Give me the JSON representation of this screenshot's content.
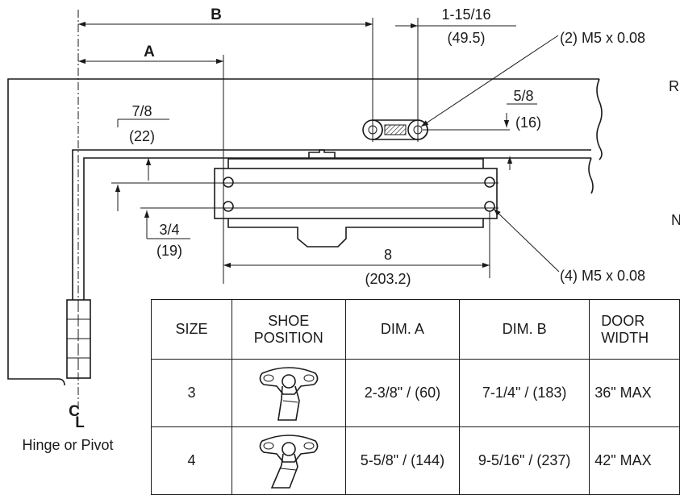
{
  "dims": {
    "A": "A",
    "B": "B",
    "shoe_spacing": [
      "1-15/16",
      "(49.5)"
    ],
    "top_screws": "(2) M5 x 0.08",
    "shoe_drop": [
      "5/8",
      "(16)"
    ],
    "closer_top": [
      "7/8",
      "(22)"
    ],
    "closer_hole_spacing": [
      "3/4",
      "(19)"
    ],
    "closer_length": [
      "8",
      "(203.2)"
    ],
    "closer_screws": "(4) M5 x 0.08"
  },
  "side_labels": {
    "upper": "R",
    "lower": "N"
  },
  "centerline": {
    "symbol_c": "C",
    "symbol_l": "L",
    "caption": "Hinge or Pivot"
  },
  "table": {
    "headers": [
      "SIZE",
      "SHOE POSITION",
      "DIM. A",
      "DIM. B",
      "DOOR WIDTH"
    ],
    "rows": [
      {
        "size": "3",
        "dim_a": "2-3/8\" / (60)",
        "dim_b": "7-1/4\" / (183)",
        "door_width": "36\" MAX"
      },
      {
        "size": "4",
        "dim_a": "5-5/8\" / (144)",
        "dim_b": "9-5/16\" / (237)",
        "door_width": "42\" MAX"
      }
    ]
  }
}
